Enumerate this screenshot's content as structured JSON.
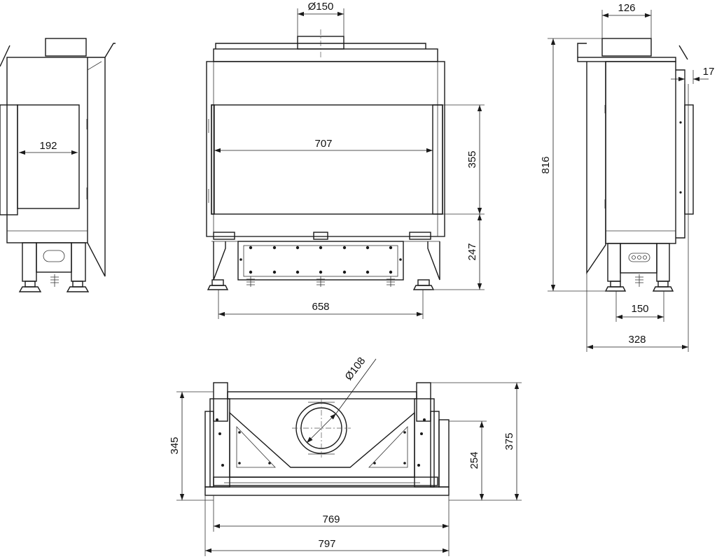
{
  "dimensions": {
    "flue_diameter": "Ø150",
    "side_glass_width": "192",
    "front_glass_width": "707",
    "glass_height": "355",
    "base_height": "247",
    "front_leg_span": "658",
    "side_flue_width": "126",
    "side_top_offset": "17",
    "total_height": "816",
    "side_leg_span": "150",
    "total_depth": "328",
    "top_flue_diameter": "Ø108",
    "top_left_depth": "345",
    "top_inner_depth": "254",
    "top_total_depth": "375",
    "top_inner_width": "769",
    "top_total_width": "797"
  }
}
